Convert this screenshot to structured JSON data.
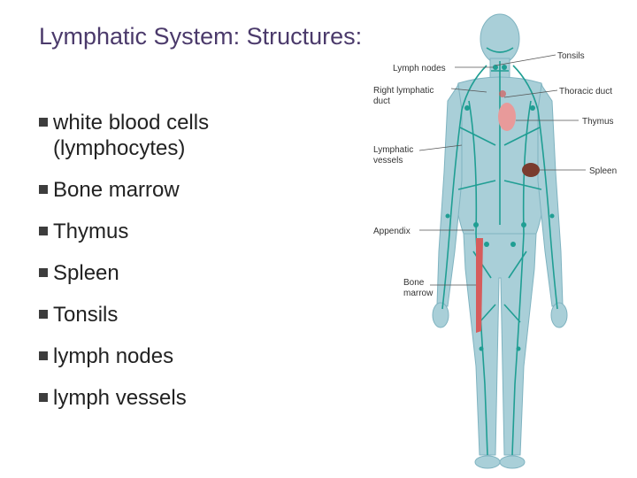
{
  "slide": {
    "title": "Lymphatic System: Structures:",
    "bullets": [
      {
        "line1": "white blood cells",
        "line2": "(lymphocytes)"
      },
      {
        "line1": "Bone marrow"
      },
      {
        "line1": "Thymus"
      },
      {
        "line1": "Spleen"
      },
      {
        "line1": "Tonsils"
      },
      {
        "line1": "lymph nodes"
      },
      {
        "line1": "lymph vessels"
      }
    ]
  },
  "figure": {
    "icon": "lymphatic-system-body-illustration",
    "colors": {
      "body": "#a9cfd8",
      "vessels": "#1f9e93",
      "bone": "#d65c5c",
      "thymus": "#e89a9a",
      "spleen": "#7a3c2e"
    },
    "labels": {
      "tonsils": "Tonsils",
      "lymph_nodes": "Lymph nodes",
      "right_duct_1": "Right lymphatic",
      "right_duct_2": "duct",
      "thoracic_duct": "Thoracic duct",
      "thymus": "Thymus",
      "vessels_1": "Lymphatic",
      "vessels_2": "vessels",
      "spleen": "Spleen",
      "appendix": "Appendix",
      "bone_marrow_1": "Bone",
      "bone_marrow_2": "marrow"
    }
  }
}
